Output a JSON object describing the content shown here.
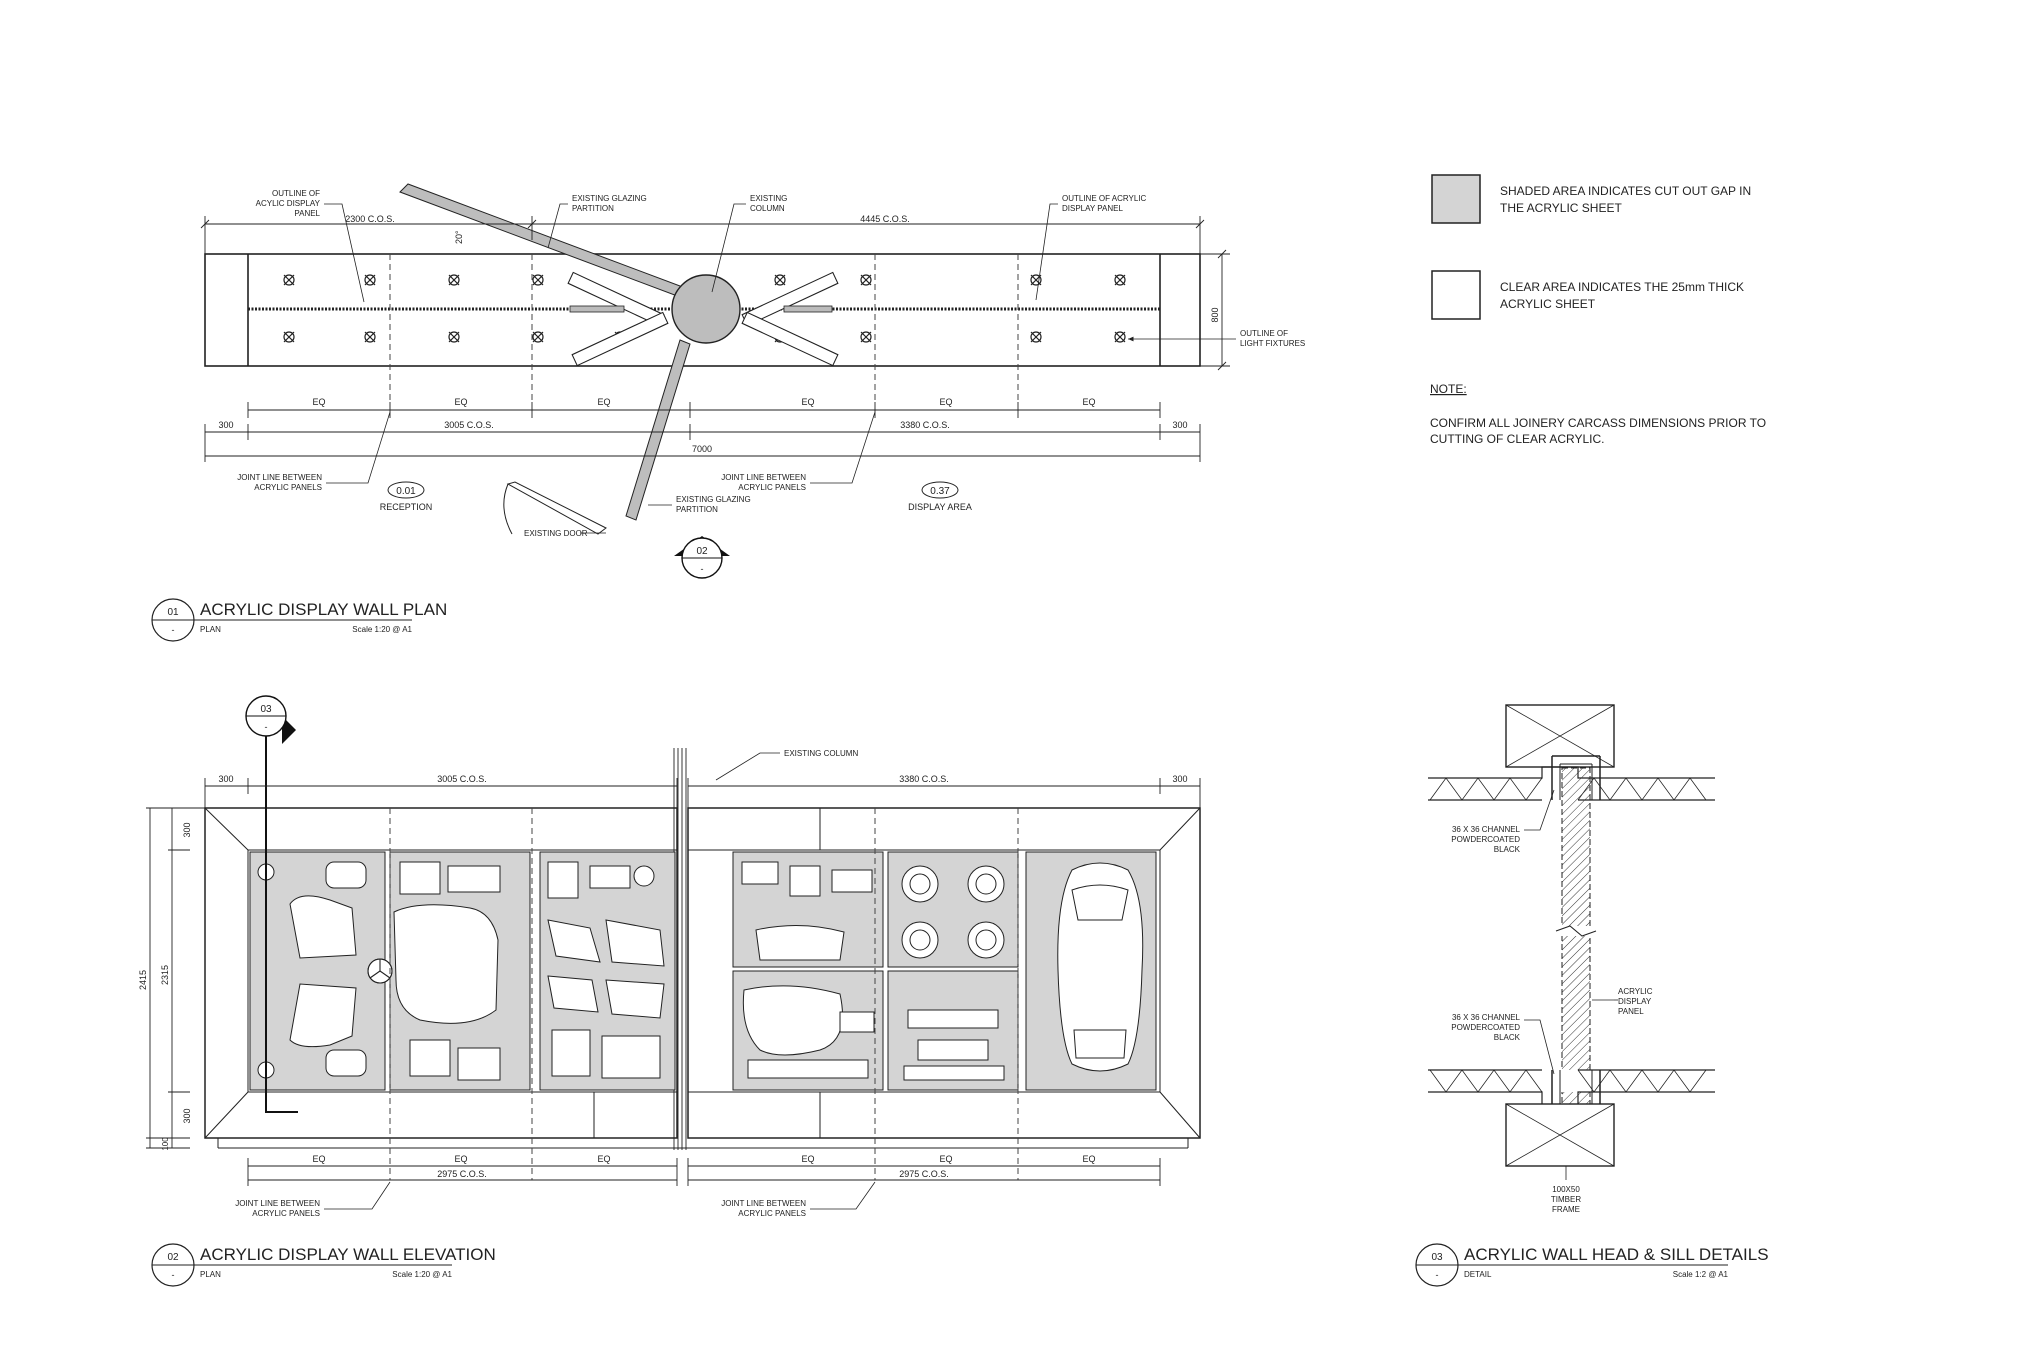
{
  "legend": {
    "shaded": [
      "SHADED AREA INDICATES CUT OUT GAP IN",
      "THE ACRYLIC SHEET"
    ],
    "clear": [
      "CLEAR AREA INDICATES THE 25mm THICK",
      "ACRYLIC SHEET"
    ],
    "note_title": "NOTE:",
    "note": [
      "CONFIRM ALL JOINERY CARCASS DIMENSIONS PRIOR TO",
      "CUTTING OF CLEAR ACRYLIC."
    ],
    "colors": {
      "shade": "#d4d4d4",
      "line": "#222222"
    }
  },
  "plan": {
    "ann_outline_left": [
      "OUTLINE OF",
      "ACYLIC DISPLAY",
      "PANEL"
    ],
    "ann_glazing_top": [
      "EXISTING GLAZING",
      "PARTITION"
    ],
    "ann_column": [
      "EXISTING",
      "COLUMN"
    ],
    "ann_outline_right": [
      "OUTLINE OF ACRYLIC",
      "DISPLAY PANEL"
    ],
    "ann_light": [
      "OUTLINE OF",
      "LIGHT FIXTURES"
    ],
    "ann_joint_left": [
      "JOINT LINE BETWEEN",
      "ACRYLIC PANELS"
    ],
    "ann_joint_right": [
      "JOINT LINE BETWEEN",
      "ACRYLIC PANELS"
    ],
    "ann_glazing_bottom": [
      "EXISTING GLAZING",
      "PARTITION"
    ],
    "ann_door": "EXISTING DOOR",
    "room_left_num": "0.01",
    "room_left_name": "RECEPTION",
    "room_right_num": "0.37",
    "room_right_name": "DISPLAY AREA",
    "dim_2300": "2300 C.O.S.",
    "dim_4445": "4445 C.O.S.",
    "dim_angle": "20°",
    "dim_depth": "800",
    "eq": "EQ",
    "dim_300": "300",
    "dim_3005": "3005 C.O.S.",
    "dim_3380": "3380 C.O.S.",
    "dim_7000": "7000",
    "section_marker": "02",
    "section_marker_sub": "-"
  },
  "elevation": {
    "ann_column": "EXISTING COLUMN",
    "dim_300": "300",
    "dim_3005": "3005 C.O.S.",
    "dim_3380": "3380 C.O.S.",
    "dim_2415": "2415",
    "dim_2315": "2315",
    "dim_300v": "300",
    "dim_100": "100",
    "eq": "EQ",
    "dim_2975": "2975 C.O.S.",
    "ann_joint": [
      "JOINT LINE BETWEEN",
      "ACRYLIC PANELS"
    ],
    "section_marker": "03",
    "section_marker_sub": "-"
  },
  "detail": {
    "ann_channel_top": [
      "36 X 36 CHANNEL",
      "POWDERCOATED",
      "BLACK"
    ],
    "ann_channel_bottom": [
      "36 X 36 CHANNEL",
      "POWDERCOATED",
      "BLACK"
    ],
    "ann_panel": [
      "ACRYLIC",
      "DISPLAY",
      "PANEL"
    ],
    "ann_timber": [
      "100X50",
      "TIMBER",
      "FRAME"
    ]
  },
  "titles": {
    "t1": {
      "num": "01",
      "sub": "-",
      "name": "ACRYLIC DISPLAY WALL PLAN",
      "type": "PLAN",
      "scale": "Scale 1:20 @ A1"
    },
    "t2": {
      "num": "02",
      "sub": "-",
      "name": "ACRYLIC DISPLAY WALL ELEVATION",
      "type": "PLAN",
      "scale": "Scale 1:20 @ A1"
    },
    "t3": {
      "num": "03",
      "sub": "-",
      "name": "ACRYLIC WALL HEAD & SILL DETAILS",
      "type": "DETAIL",
      "scale": "Scale 1:2 @ A1"
    }
  }
}
